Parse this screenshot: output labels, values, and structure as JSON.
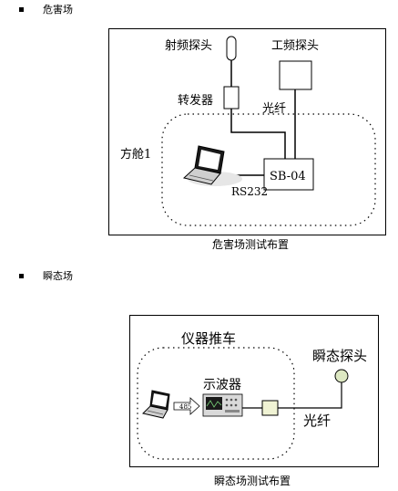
{
  "section1": {
    "title": "危害场",
    "caption": "危害场测试布置",
    "labels": {
      "rf_probe": "射频探头",
      "power_probe": "工频探头",
      "transponder": "转发器",
      "fiber": "光纤",
      "cabin": "方舱1",
      "device": "SB-04",
      "rs232": "RS232"
    }
  },
  "section2": {
    "title": "瞬态场",
    "caption": "瞬态场测试布置",
    "labels": {
      "cart": "仪器推车",
      "oscilloscope": "示波器",
      "transient_probe": "瞬态探头",
      "fiber": "光纤",
      "usb_arrow": "485"
    }
  },
  "colors": {
    "line": "#000000",
    "transponder_fill": "#ffffff",
    "converter_fill": "#f0f3d4",
    "probe_fill": "#dde8c2"
  }
}
